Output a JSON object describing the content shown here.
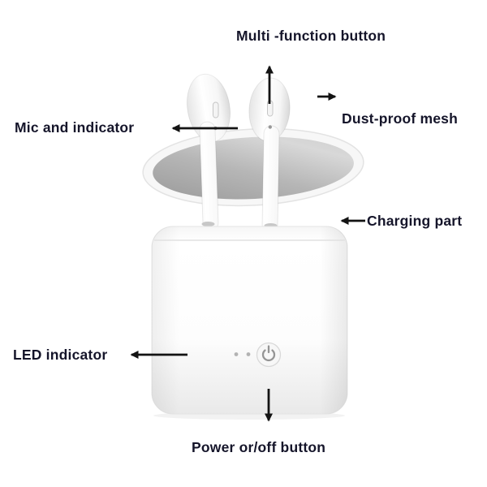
{
  "page": {
    "background": "#ffffff"
  },
  "diagram": {
    "labels": {
      "multi_function": "Multi -function button",
      "mic": "Mic and indicator",
      "dust_proof": "Dust-proof mesh",
      "charging": "Charging part",
      "led": "LED indicator",
      "power": "Power or/off button"
    },
    "colors": {
      "label_text": "#15152a",
      "arrow": "#131313",
      "case_white": "#ffffff",
      "lid_silver": "#b0b0b0",
      "power_icon": "#949494",
      "hinge_dot": "#b3b3b3"
    },
    "icons": {
      "power": "power-icon",
      "arrow": "arrow-icon"
    }
  }
}
